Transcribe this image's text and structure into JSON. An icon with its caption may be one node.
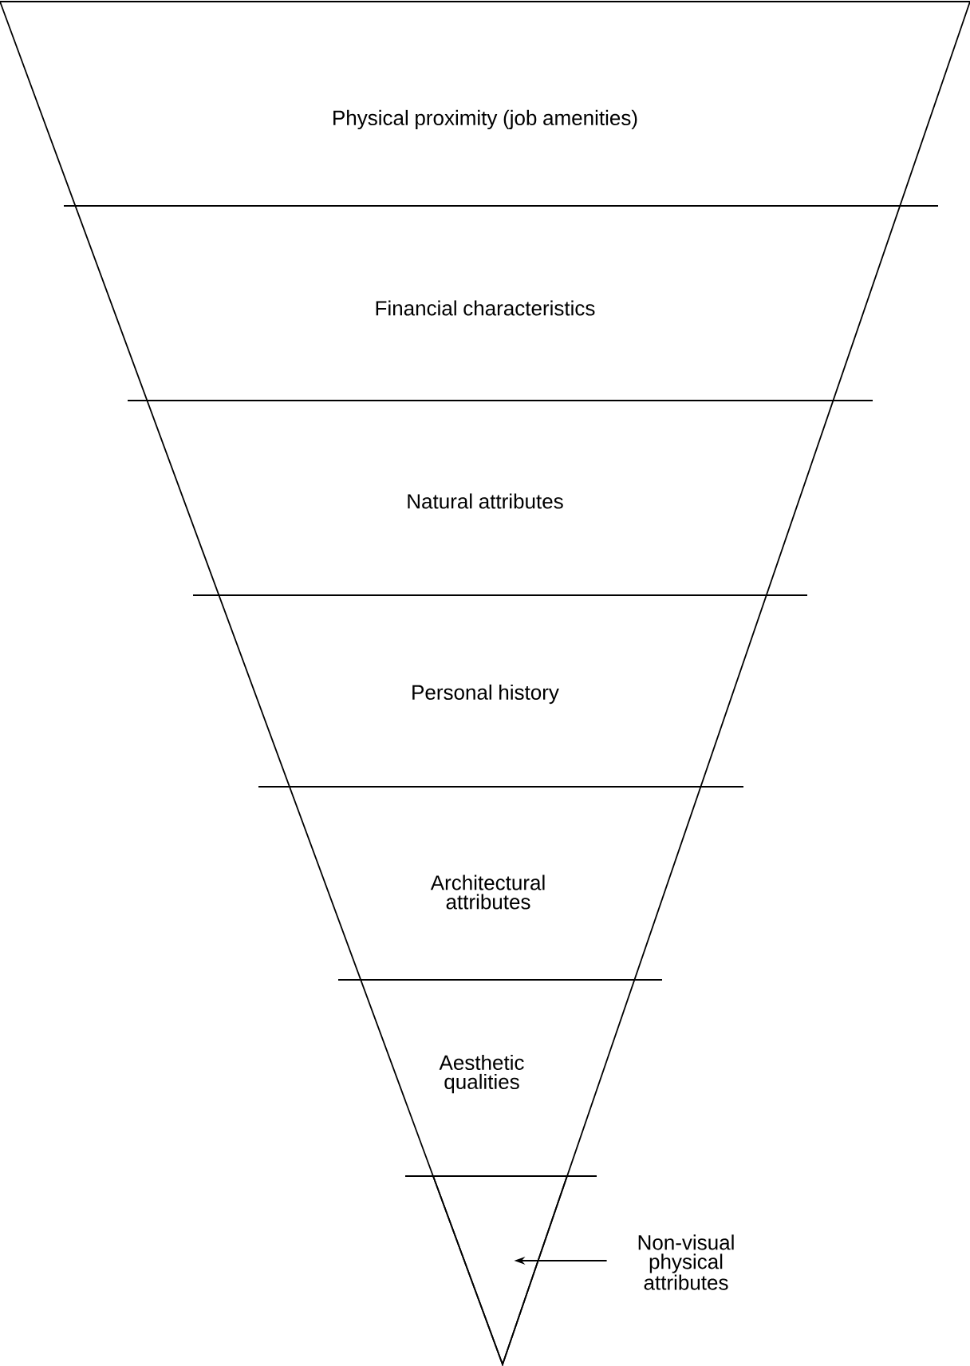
{
  "diagram": {
    "nodes": [
      {
        "text": [
          "Physical proximity (job amenities)"
        ]
      },
      {
        "text": [
          "Financial characteristics"
        ]
      },
      {
        "text": [
          "Natural attributes"
        ]
      },
      {
        "text": [
          "Personal history"
        ]
      },
      {
        "text": [
          "Architectural attributes"
        ]
      },
      {
        "text": [
          "Aesthetic qualities"
        ]
      },
      {
        "text": [],
        "shape": "triangle"
      },
      {
        "text": [
          "Non-visual physical attributes"
        ]
      }
    ],
    "edges": [
      {
        "from": 7,
        "to": 6,
        "arrow": "to"
      }
    ]
  }
}
